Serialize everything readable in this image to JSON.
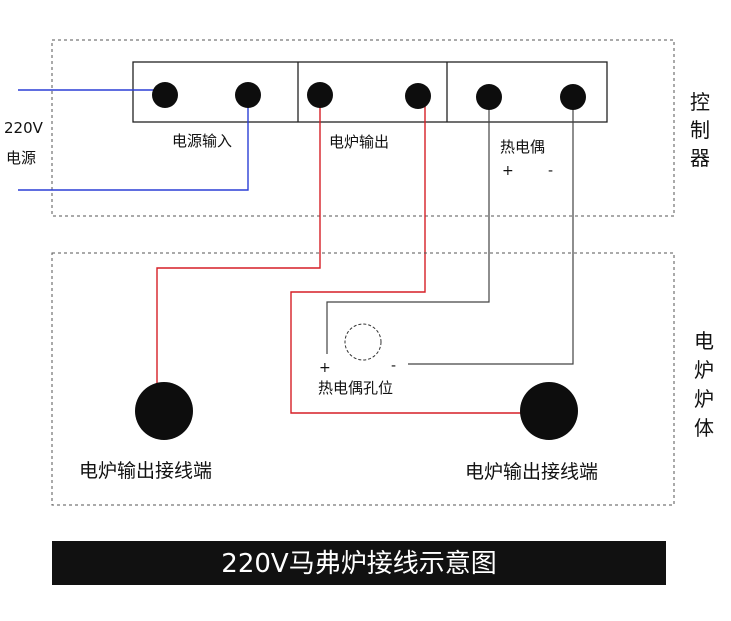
{
  "power": {
    "voltage": "220V",
    "label": "电源"
  },
  "controller": {
    "vertical_label": [
      "控",
      "制",
      "器"
    ],
    "terminals": {
      "power_input": "电源输入",
      "furnace_output": "电炉输出",
      "thermocouple": "热电偶",
      "plus": "+",
      "minus": "-"
    }
  },
  "furnace_body": {
    "vertical_label": [
      "电",
      "炉",
      "炉",
      "体"
    ],
    "thermocouple_hole": "热电偶孔位",
    "hole_plus": "+",
    "hole_minus": "-",
    "left_terminal": "电炉输出接线端",
    "right_terminal": "电炉输出接线端"
  },
  "title": "220V马弗炉接线示意图",
  "colors": {
    "power_wire": "#2b3fd6",
    "output_wire": "#d61f26",
    "thermo_wire": "#444444"
  }
}
